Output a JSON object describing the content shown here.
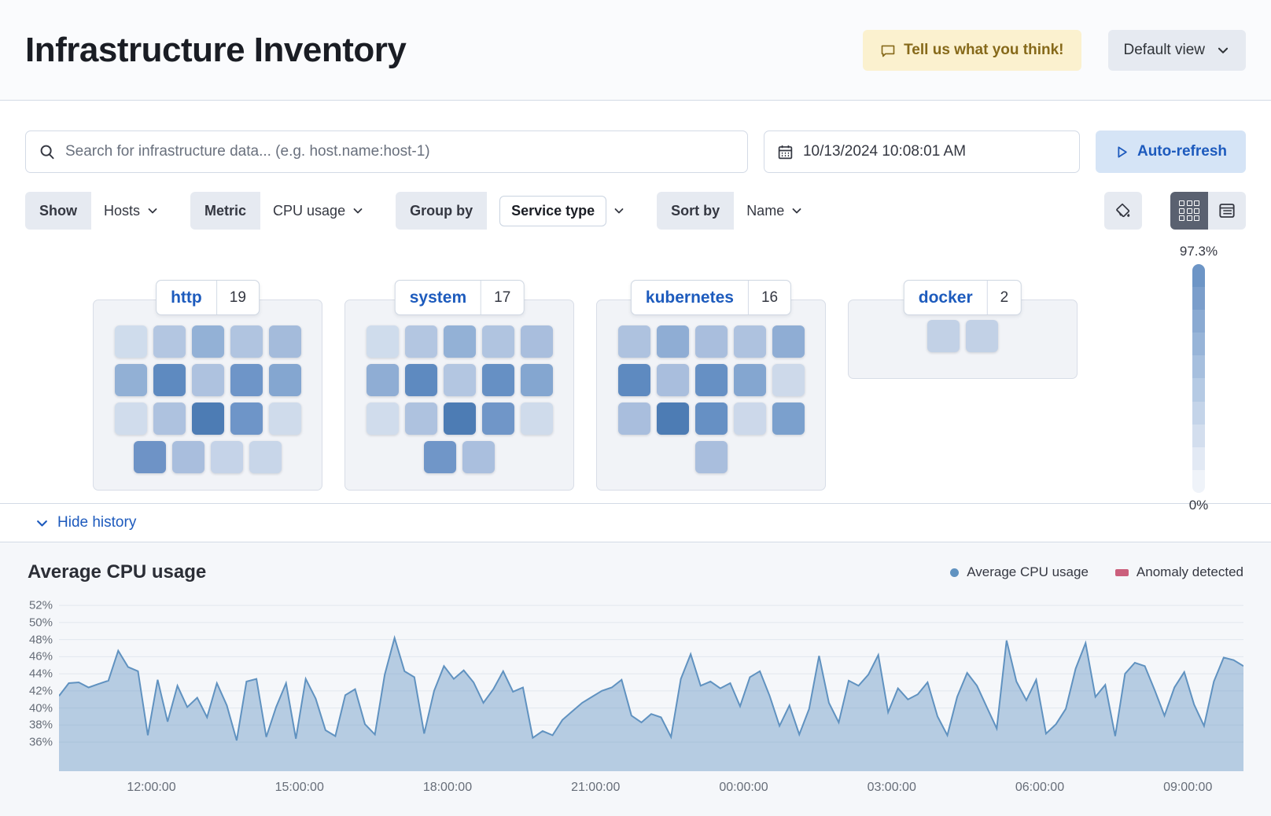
{
  "header": {
    "title": "Infrastructure Inventory",
    "feedback_label": "Tell us what you think!",
    "view_selector_label": "Default view"
  },
  "toolbar": {
    "search_placeholder": "Search for infrastructure data... (e.g. host.name:host-1)",
    "datetime": "10/13/2024 10:08:01 AM",
    "auto_refresh_label": "Auto-refresh"
  },
  "filters": {
    "show": {
      "label": "Show",
      "value": "Hosts"
    },
    "metric": {
      "label": "Metric",
      "value": "CPU usage"
    },
    "group_by": {
      "label": "Group by",
      "value": "Service type"
    },
    "sort_by": {
      "label": "Sort by",
      "value": "Name"
    }
  },
  "waffle": {
    "groups": [
      {
        "name": "http",
        "count": "19",
        "rows": [
          [
            "#cfdcec",
            "#b3c6e1",
            "#93b1d6",
            "#b0c4e0",
            "#a4bbdb"
          ],
          [
            "#92b0d5",
            "#5e8ac0",
            "#aec2df",
            "#6e95c8",
            "#84a6d0"
          ],
          [
            "#d0dcec",
            "#aec2df",
            "#4d7cb4",
            "#6e95c8",
            "#cfdbeb"
          ],
          [
            "#6e93c6",
            "#a9bedd",
            "#c5d3e8",
            "#c8d6e9"
          ]
        ]
      },
      {
        "name": "system",
        "count": "17",
        "rows": [
          [
            "#cfdcec",
            "#b3c6e1",
            "#93b1d6",
            "#b0c4e0",
            "#a9bedd"
          ],
          [
            "#8fadd4",
            "#5e8ac0",
            "#b3c6e1",
            "#6690c4",
            "#84a6d0"
          ],
          [
            "#d0dcec",
            "#aec2df",
            "#4d7cb4",
            "#7096c8",
            "#cfdbeb"
          ],
          [
            "#7096c8",
            "#aabfde"
          ]
        ]
      },
      {
        "name": "kubernetes",
        "count": "16",
        "rows": [
          [
            "#aec2df",
            "#8fadd4",
            "#a9bedd",
            "#aec2df",
            "#8fadd4"
          ],
          [
            "#5e8ac0",
            "#a9bedd",
            "#6690c4",
            "#84a6d0",
            "#cdd9ea"
          ],
          [
            "#a9bedd",
            "#4d7cb4",
            "#6690c4",
            "#ccd8ea",
            "#7ba0cd"
          ],
          [
            "#a9bedd"
          ]
        ]
      },
      {
        "name": "docker",
        "count": "2",
        "rows": [
          [
            "#c2d1e6",
            "#c2d1e6"
          ]
        ]
      }
    ],
    "legend": {
      "max_label": "97.3%",
      "min_label": "0%",
      "steps": [
        "#6d95c6",
        "#7b9ecb",
        "#8aaad2",
        "#97b4d8",
        "#a6bfde",
        "#b5cae4",
        "#c4d4e9",
        "#d3deee",
        "#e2e9f4",
        "#eff3f9"
      ]
    }
  },
  "history": {
    "toggle_label": "Hide history"
  },
  "chart_data": {
    "type": "area",
    "title": "Average CPU usage",
    "legend": [
      {
        "label": "Average CPU usage",
        "marker": "dot",
        "color": "#6092c0"
      },
      {
        "label": "Anomaly detected",
        "marker": "rect",
        "color": "#cb5f7c"
      }
    ],
    "y_ticks": [
      "52%",
      "50%",
      "48%",
      "46%",
      "44%",
      "42%",
      "40%",
      "38%",
      "36%"
    ],
    "ylim": [
      32.6,
      53.3
    ],
    "x_ticks": [
      "12:00:00",
      "15:00:00",
      "18:00:00",
      "21:00:00",
      "00:00:00",
      "03:00:00",
      "06:00:00",
      "09:00:00"
    ],
    "x_tick_fractions": [
      0.078,
      0.203,
      0.328,
      0.453,
      0.578,
      0.703,
      0.828,
      0.953
    ],
    "grid": "horizontal",
    "legend_position": "top-right",
    "line_color": "#6092c0",
    "fill_color": "rgba(96,146,192,0.42)",
    "series": [
      {
        "name": "Average CPU usage",
        "unit": "%",
        "values": [
          41.4,
          42.9,
          43.0,
          42.4,
          42.8,
          43.2,
          46.7,
          44.8,
          44.3,
          36.8,
          43.3,
          38.4,
          42.6,
          40.1,
          41.2,
          38.9,
          42.9,
          40.3,
          36.2,
          43.1,
          43.4,
          36.6,
          40.1,
          42.9,
          36.4,
          43.4,
          41.1,
          37.4,
          36.7,
          41.5,
          42.2,
          38.1,
          36.9,
          43.9,
          48.2,
          44.3,
          43.6,
          37.0,
          42.0,
          44.9,
          43.4,
          44.4,
          43.0,
          40.6,
          42.2,
          44.3,
          41.9,
          42.4,
          36.5,
          37.3,
          36.8,
          38.6,
          39.6,
          40.6,
          41.3,
          42.0,
          42.4,
          43.3,
          39.1,
          38.3,
          39.3,
          38.9,
          36.6,
          43.4,
          46.3,
          42.6,
          43.1,
          42.3,
          42.9,
          40.2,
          43.6,
          44.3,
          41.4,
          37.9,
          40.3,
          36.9,
          39.9,
          46.1,
          40.6,
          38.3,
          43.2,
          42.6,
          43.9,
          46.2,
          39.5,
          42.3,
          41.0,
          41.6,
          43.0,
          39.0,
          36.8,
          41.3,
          44.1,
          42.6,
          40.1,
          37.6,
          47.9,
          43.1,
          40.9,
          43.3,
          37.0,
          38.1,
          39.9,
          44.6,
          47.6,
          41.3,
          42.7,
          36.7,
          44.0,
          45.3,
          44.9,
          42.1,
          39.1,
          42.4,
          44.2,
          40.4,
          37.9,
          43.1,
          45.9,
          45.6,
          44.9
        ]
      }
    ]
  }
}
